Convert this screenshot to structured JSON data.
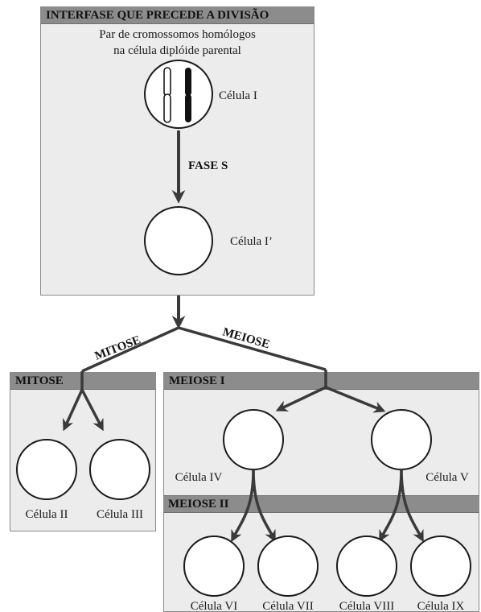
{
  "interphase": {
    "header": "INTERFASE QUE PRECEDE A DIVISÃO",
    "subtitle_line1": "Par de cromossomos homólogos",
    "subtitle_line2": "na célula diplóide parental",
    "cell_top_label": "Célula I",
    "phase_label": "FASE  S",
    "cell_bottom_label": "Célula I’"
  },
  "branches": {
    "mitosis_label": "MITOSE",
    "meiosis_label": "MEIOSE"
  },
  "mitosis_panel": {
    "header": "MITOSE",
    "cells": [
      "Célula II",
      "Célula III"
    ]
  },
  "meiosis1_panel": {
    "header": "MEIOSE I",
    "cells": [
      "Célula IV",
      "Célula V"
    ]
  },
  "meiosis2_panel": {
    "header": "MEIOSE II",
    "cells": [
      "Célula VI",
      "Célula VII",
      "Célula VIII",
      "Célula IX"
    ]
  }
}
